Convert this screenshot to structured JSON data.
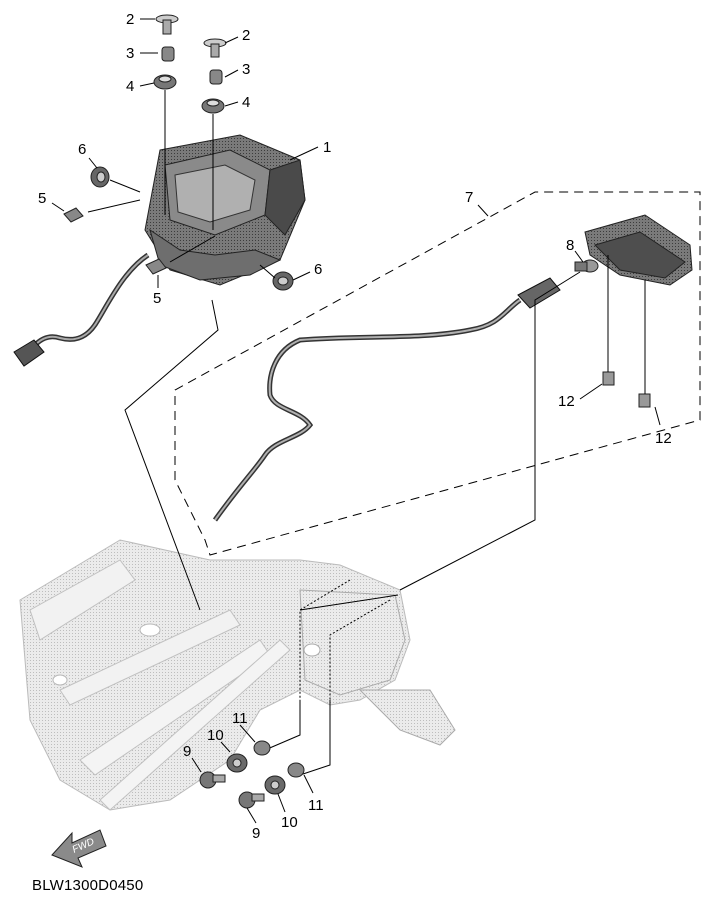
{
  "diagram": {
    "drawing_code": "BLW1300D0450",
    "direction_label": "FWD",
    "callouts": {
      "c2a": "2",
      "c2b": "2",
      "c3a": "3",
      "c3b": "3",
      "c4a": "4",
      "c4b": "4",
      "c1": "1",
      "c6a": "6",
      "c6b": "6",
      "c5a": "5",
      "c5b": "5",
      "c7": "7",
      "c8": "8",
      "c12a": "12",
      "c12b": "12",
      "c11a": "11",
      "c11b": "11",
      "c10a": "10",
      "c10b": "10",
      "c9a": "9",
      "c9b": "9"
    }
  },
  "colors": {
    "line": "#000000",
    "part_dark": "#5a5a5a",
    "part_mid": "#9a9a9a",
    "frame_light": "#dcdcdc"
  }
}
